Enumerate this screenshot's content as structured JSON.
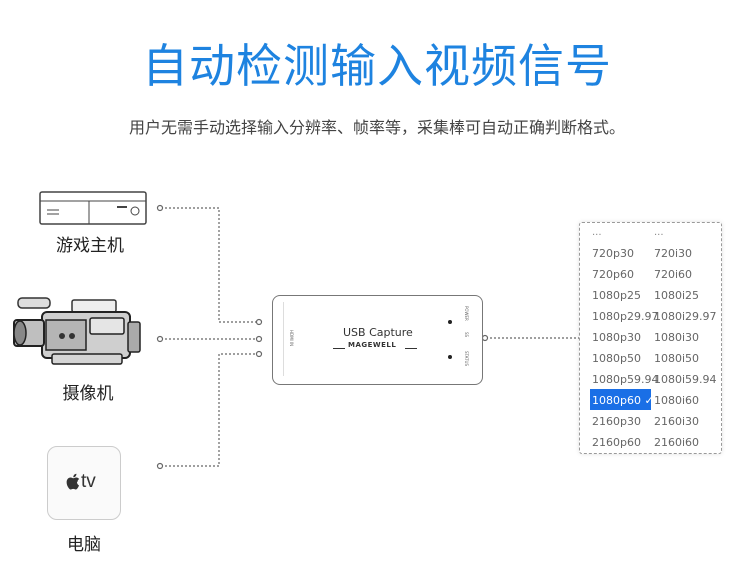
{
  "header": {
    "title": "自动检测输入视频信号",
    "subtitle": "用户无需手动选择输入分辨率、帧率等，采集棒可自动正确判断格式。"
  },
  "devices": [
    {
      "label": "游戏主机",
      "icon": "game-console-icon"
    },
    {
      "label": "摄像机",
      "icon": "video-camera-icon"
    },
    {
      "label": "电脑",
      "icon": "apple-tv-icon",
      "badge": "tv"
    }
  ],
  "capture_device": {
    "name": "USB Capture",
    "brand": "MAGEWELL",
    "port_left": "HDMI IN",
    "port_power": "POWER",
    "port_usb": "SS",
    "port_status": "STATUS"
  },
  "formats": {
    "ellipsis_top": "...",
    "ellipsis_top_right": "...",
    "rows": [
      [
        "720p30",
        "720i30"
      ],
      [
        "720p60",
        "720i60"
      ],
      [
        "1080p25",
        "1080i25"
      ],
      [
        "1080p29.97",
        "1080i29.97"
      ],
      [
        "1080p30",
        "1080i30"
      ],
      [
        "1080p50",
        "1080i50"
      ],
      [
        "1080p59.94",
        "1080i59.94"
      ],
      [
        "1080p60",
        "1080i60"
      ],
      [
        "2160p30",
        "2160i30"
      ],
      [
        "2160p60",
        "2160i60"
      ]
    ],
    "selected": "1080p60 ✓",
    "selected_color": "#1a6fe6"
  },
  "colors": {
    "title": "#1e83e0",
    "line": "#666666"
  }
}
